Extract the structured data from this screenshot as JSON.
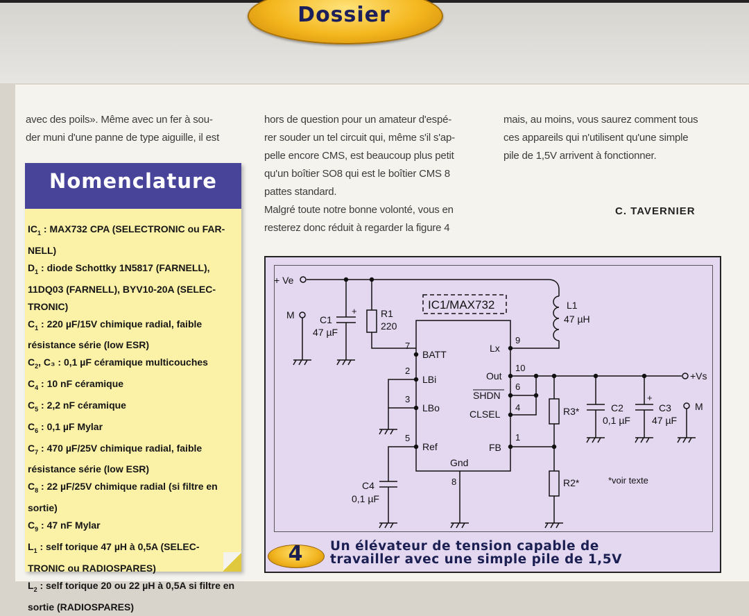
{
  "header": {
    "section_tab": "Dossier"
  },
  "article": {
    "col1": "avec des poils». Même avec un fer à sou-\nder muni d'une panne de type aiguille, il est",
    "col2": "hors de question pour un amateur d'espé-\nrer souder un tel circuit qui, même s'il s'ap-\npelle encore CMS, est beaucoup plus petit\nqu'un boîtier SO8 qui est le boîtier CMS 8\npattes standard.\nMalgré toute notre bonne volonté, vous en\nresterez donc réduit à regarder la figure 4",
    "col3": "mais, au moins, vous saurez comment tous\nces appareils qui n'utilisent qu'une simple\npile de 1,5V arrivent à fonctionner.",
    "author": "C. TAVERNIER"
  },
  "nomenclature": {
    "title": "Nomenclature",
    "items": [
      {
        "ref": "IC",
        "sub": "1",
        "text": " : MAX732 CPA (SELECTRONIC ou FAR-NELL)"
      },
      {
        "ref": "D",
        "sub": "1",
        "text": " : diode Schottky 1N5817 (FARNELL), 11DQ03 (FARNELL), BYV10-20A (SELEC-TRONIC)"
      },
      {
        "ref": "C",
        "sub": "1",
        "text": " : 220 µF/15V chimique radial, faible résistance série (low ESR)"
      },
      {
        "ref": "C",
        "sub": "2",
        "text": ", C₃ : 0,1 µF céramique multicouches"
      },
      {
        "ref": "C",
        "sub": "4",
        "text": " : 10 nF céramique"
      },
      {
        "ref": "C",
        "sub": "5",
        "text": " : 2,2 nF céramique"
      },
      {
        "ref": "C",
        "sub": "6",
        "text": " : 0,1 µF Mylar"
      },
      {
        "ref": "C",
        "sub": "7",
        "text": " : 470 µF/25V chimique radial, faible résistance série (low ESR)"
      },
      {
        "ref": "C",
        "sub": "8",
        "text": " : 22 µF/25V chimique radial (si filtre en sortie)"
      },
      {
        "ref": "C",
        "sub": "9",
        "text": " : 47 nF Mylar"
      },
      {
        "ref": "L",
        "sub": "1",
        "text": " : self torique 47 µH à 0,5A (SELEC-TRONIC ou RADIOSPARES)"
      },
      {
        "ref": "L",
        "sub": "2",
        "text": " : self torique 20 ou 22 µH à 0,5A si filtre en sortie (RADIOSPARES)"
      }
    ]
  },
  "figure": {
    "number": "4",
    "caption": "Un élévateur de tension capable de\ntravailler avec une simple pile de 1,5V",
    "labels": {
      "ve": "+ Ve",
      "vs": "+Vs",
      "m": "M",
      "c1": "C1",
      "c1v": "47 µF",
      "r1": "R1",
      "r1v": "220",
      "ic": "IC1/MAX732",
      "l1": "L1",
      "l1v": "47 µH",
      "batt": "BATT",
      "lbi": "LBi",
      "lbo": "LBo",
      "ref": "Ref",
      "lx": "Lx",
      "out": "Out",
      "shdn": "SHDN",
      "clsel": "CLSEL",
      "fb": "FB",
      "gnd": "Gnd",
      "p7": "7",
      "p2": "2",
      "p3": "3",
      "p5": "5",
      "p8": "8",
      "p9": "9",
      "p10": "10",
      "p6": "6",
      "p4": "4",
      "p1": "1",
      "r3": "R3*",
      "r2": "R2*",
      "c2": "C2",
      "c2v": "0,1 µF",
      "c3": "C3",
      "c3v": "47 µF",
      "c4": "C4",
      "c4v": "0,1 µF",
      "note": "*voir texte",
      "plus": "+"
    }
  }
}
